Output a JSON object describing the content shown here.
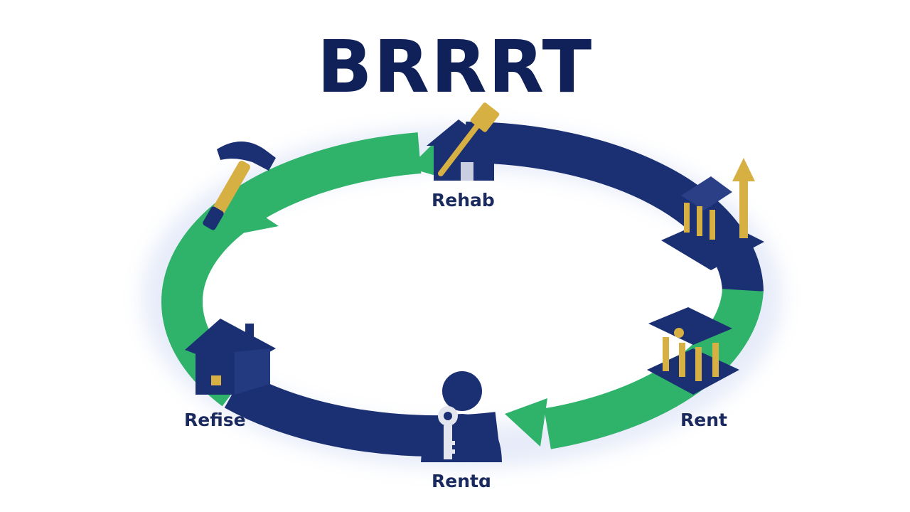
{
  "title": "BRRRT",
  "labels": {
    "rehab": "Rehab",
    "rent_right": "Rent",
    "rent_bottom": "Rentɑ",
    "refise": "Refise"
  },
  "colors": {
    "navy": "#1b2f73",
    "green": "#2fb36a",
    "gold": "#d6b043",
    "title": "#0f2158"
  },
  "icons": [
    "hammer-icon",
    "house-paintbrush-icon",
    "bank-arrow-icon",
    "bank-icon",
    "person-key-icon",
    "house-icon"
  ]
}
